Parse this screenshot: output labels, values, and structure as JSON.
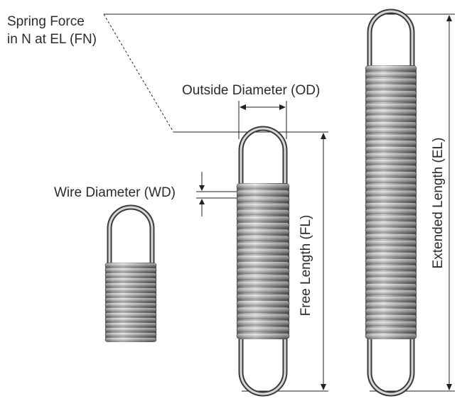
{
  "labels": {
    "spring_force_line1": "Spring Force",
    "spring_force_line2": "in N at EL (FN)",
    "outside_diameter": "Outside Diameter (OD)",
    "wire_diameter": "Wire Diameter (WD)",
    "free_length": "Free Length (FL)",
    "extended_length": "Extended Length (EL)"
  },
  "springs": [
    {
      "name": "small-spring",
      "coils": 16
    },
    {
      "name": "free-spring",
      "coils": 24
    },
    {
      "name": "extended-spring",
      "coils": 44
    }
  ],
  "colors": {
    "text": "#2b2b2b",
    "line": "#222222",
    "metal_light": "#f2f2f2",
    "metal_mid": "#a8a8a8",
    "metal_dark": "#4a4a4a"
  }
}
